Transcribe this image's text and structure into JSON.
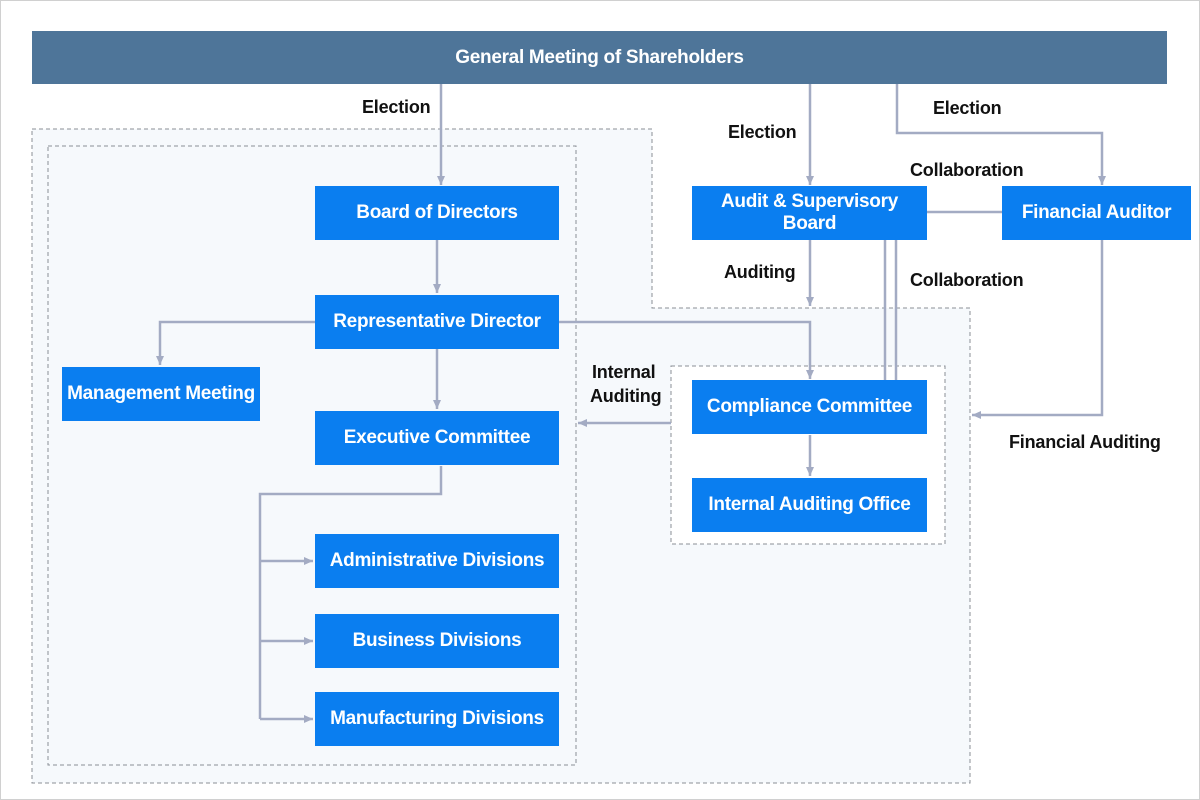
{
  "nodes": {
    "shareholders": "General Meeting of Shareholders",
    "board_of_directors": "Board of Directors",
    "representative_director": "Representative Director",
    "management_meeting": "Management Meeting",
    "executive_committee": "Executive Committee",
    "administrative_divisions": "Administrative Divisions",
    "business_divisions": "Business Divisions",
    "manufacturing_divisions": "Manufacturing Divisions",
    "audit_supervisory_board": "Audit & Supervisory Board",
    "financial_auditor": "Financial Auditor",
    "compliance_committee": "Compliance Committee",
    "internal_auditing_office": "Internal Auditing Office"
  },
  "edge_labels": {
    "election_board": "Election",
    "election_audit": "Election",
    "election_auditor": "Election",
    "collaboration_auditor": "Collaboration",
    "collaboration_compliance": "Collaboration",
    "auditing": "Auditing",
    "internal_auditing_line1": "Internal",
    "internal_auditing_line2": "Auditing",
    "financial_auditing": "Financial Auditing"
  },
  "colors": {
    "box": "#0a7ef0",
    "top_bar": "#4e7599",
    "connector": "#a3abc3",
    "group_fill": "#f6f9fc",
    "group_border": "#8b8f96"
  }
}
